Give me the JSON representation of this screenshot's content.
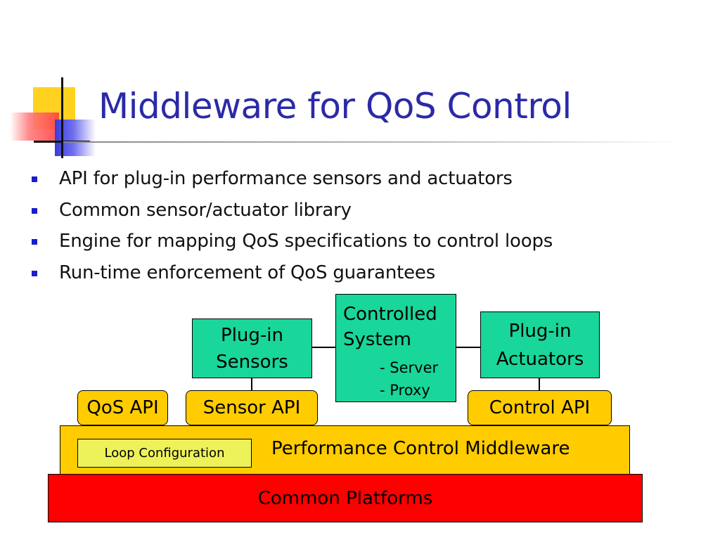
{
  "title": "Middleware for QoS Control",
  "bullets": [
    "API for plug-in performance sensors and actuators",
    "Common sensor/actuator library",
    "Engine for mapping QoS specifications to control loops",
    "Run-time enforcement of QoS guarantees"
  ],
  "diagram": {
    "controlled_system": {
      "title_line1": "Controlled",
      "title_line2": "System",
      "item1": "- Server",
      "item2": "- Proxy"
    },
    "plugin_sensors": {
      "line1": "Plug-in",
      "line2": "Sensors"
    },
    "plugin_actuators": {
      "line1": "Plug-in",
      "line2": "Actuators"
    },
    "qos_api": "QoS API",
    "sensor_api": "Sensor API",
    "control_api": "Control API",
    "loop_configuration": "Loop Configuration",
    "middleware": "Performance Control Middleware",
    "platforms": "Common Platforms"
  },
  "colors": {
    "title": "#2a2aa8",
    "bullet": "#1b1bd0",
    "green_box": "#19d69a",
    "yellow_box": "#ffcc00",
    "loop_box": "#eef25a",
    "platform": "#ff0000"
  }
}
